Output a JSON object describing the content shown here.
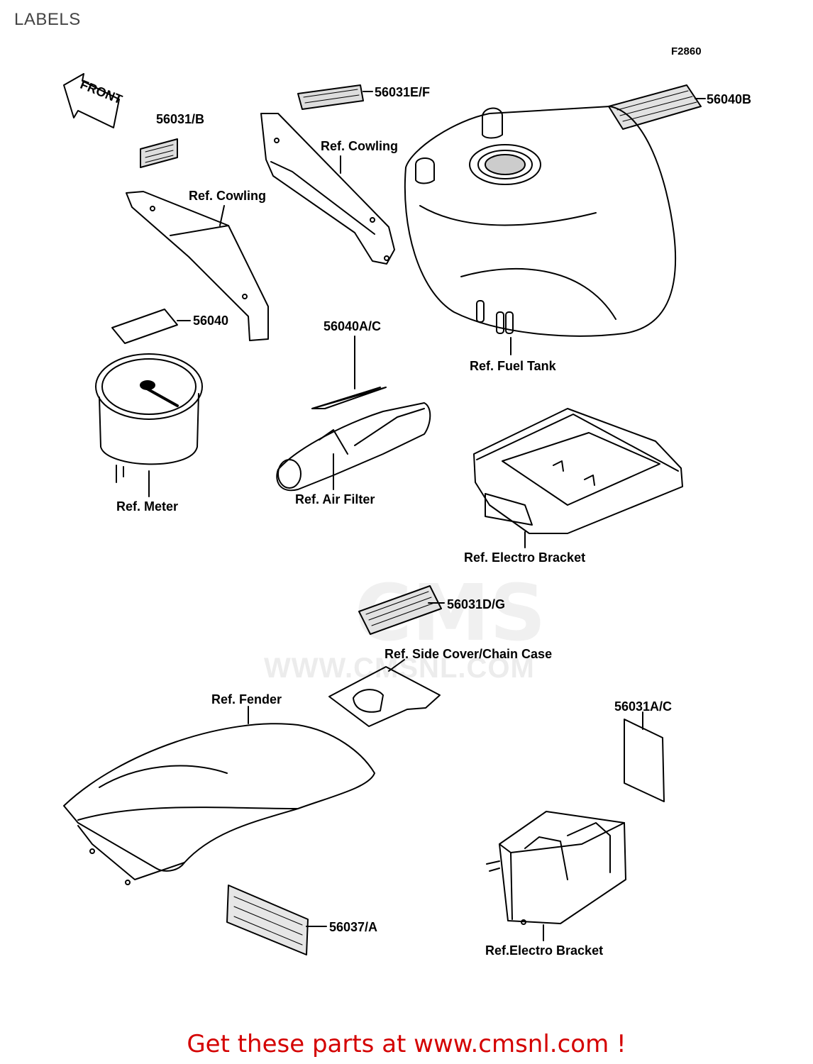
{
  "page": {
    "title": "LABELS",
    "figure_code": "F2860",
    "footer": "Get these parts at www.cmsnl.com !"
  },
  "watermark": {
    "text": "CMS",
    "url": "WWW.CMSNL.COM"
  },
  "front_arrow": "FRONT",
  "parts": {
    "p_56031B": "56031/B",
    "p_56031EF": "56031E/F",
    "p_56040B": "56040B",
    "p_56040": "56040",
    "p_56040AC": "56040A/C",
    "p_56031DG": "56031D/G",
    "p_56031AC": "56031A/C",
    "p_56037A": "56037/A"
  },
  "refs": {
    "cowling_left": "Ref. Cowling",
    "cowling_right": "Ref. Cowling",
    "fuel_tank": "Ref. Fuel Tank",
    "meter": "Ref. Meter",
    "air_filter": "Ref. Air Filter",
    "electro_bracket_top": "Ref. Electro Bracket",
    "side_cover": "Ref. Side Cover/Chain Case",
    "fender": "Ref. Fender",
    "electro_bracket_bottom": "Ref.Electro Bracket"
  }
}
